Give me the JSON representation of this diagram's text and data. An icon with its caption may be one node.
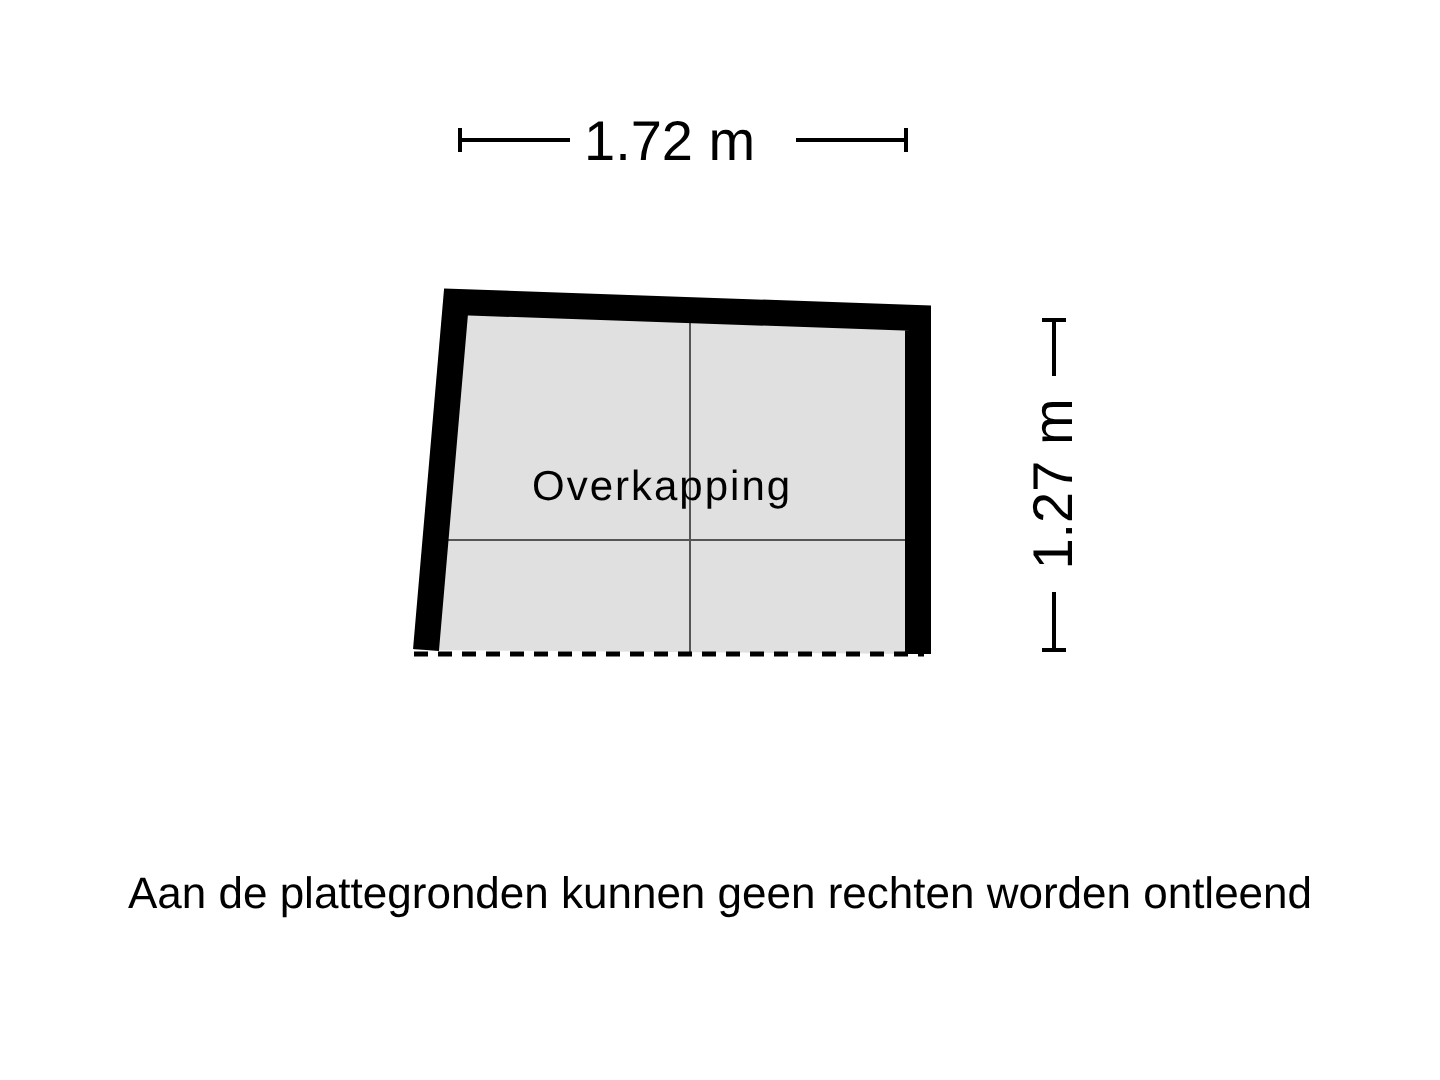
{
  "diagram": {
    "nodes": [
      {
        "text": [
          "Overkapping"
        ]
      }
    ],
    "labels": [
      "1.72 m",
      "1.27 m"
    ],
    "caption": "Aan de plattegronden kunnen geen rechten worden ontleend"
  }
}
